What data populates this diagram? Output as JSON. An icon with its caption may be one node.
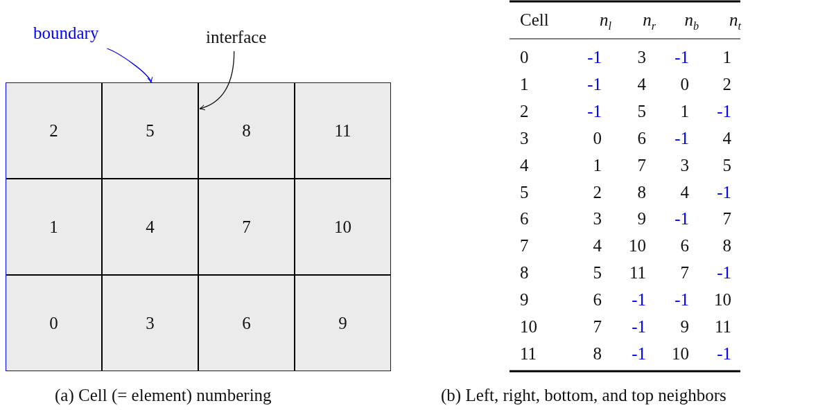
{
  "diagram": {
    "nodes": [
      {
        "text": [],
        "shape": "box"
      },
      {
        "text": [
          "2"
        ],
        "in": 0
      },
      {
        "text": [
          "5"
        ],
        "in": 0
      },
      {
        "text": [
          "8"
        ],
        "in": 0
      },
      {
        "text": [
          "11"
        ],
        "in": 0
      },
      {
        "text": [
          "1"
        ],
        "in": 0
      },
      {
        "text": [
          "4"
        ],
        "in": 0
      },
      {
        "text": [
          "7"
        ],
        "in": 0
      },
      {
        "text": [
          "10"
        ],
        "in": 0
      },
      {
        "text": [
          "0"
        ],
        "in": 0
      },
      {
        "text": [
          "3"
        ],
        "in": 0
      },
      {
        "text": [
          "6"
        ],
        "in": 0
      },
      {
        "text": [
          "9"
        ],
        "in": 0
      },
      {
        "text": [
          "boundary"
        ]
      },
      {
        "text": [
          "interface"
        ]
      }
    ],
    "edges": [
      {
        "from": 13,
        "to": 0,
        "arrow": "to",
        "color": "#0000ff"
      },
      {
        "from": 14,
        "to": 3,
        "arrow": "to",
        "color": "#111111"
      }
    ],
    "labels": [
      "Cell",
      "*n*$_{l}$",
      "*n*$_{r}$",
      "*n*$_{b}$",
      "*n*$_{t}$",
      "0",
      "-1",
      "3",
      "-1",
      "1",
      "1",
      "-1",
      "4",
      "0",
      "2",
      "2",
      "-1",
      "5",
      "1",
      "-1",
      "3",
      "0",
      "6",
      "-1",
      "4",
      "4",
      "1",
      "7",
      "3",
      "5",
      "5",
      "2",
      "8",
      "4",
      "-1",
      "6",
      "3",
      "9",
      "-1",
      "7",
      "7",
      "4",
      "10",
      "6",
      "8",
      "8",
      "5",
      "11",
      "7",
      "-1",
      "9",
      "6",
      "-1",
      "-1",
      "10",
      "10",
      "7",
      "-1",
      "9",
      "11",
      "11",
      "8",
      "-1",
      "10",
      "-1",
      "(a) Cell (= element) numbering",
      "(b) Left, right, bottom, and top neighbors"
    ]
  }
}
